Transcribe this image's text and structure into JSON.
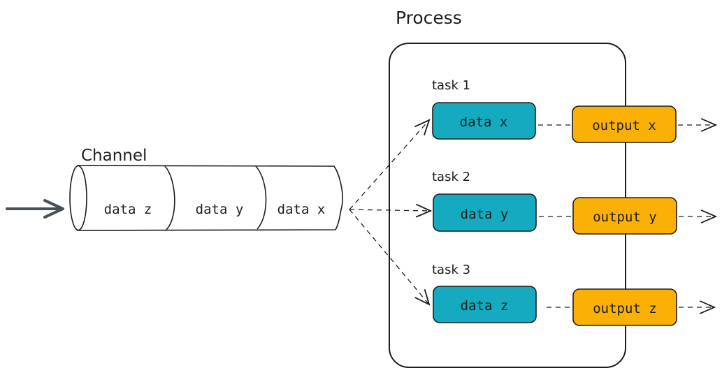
{
  "labels": {
    "process": "Process",
    "channel": "Channel"
  },
  "channel": {
    "cells": [
      "data z",
      "data y",
      "data x"
    ]
  },
  "tasks": [
    {
      "label": "task 1",
      "data": "data x",
      "output": "output x"
    },
    {
      "label": "task 2",
      "data": "data y",
      "output": "output y"
    },
    {
      "label": "task 3",
      "data": "data z",
      "output": "output z"
    }
  ],
  "colors": {
    "data_box": "#15aabf",
    "output_box": "#fab005",
    "stroke": "#1e1e1e",
    "input_arrow": "#495057"
  }
}
